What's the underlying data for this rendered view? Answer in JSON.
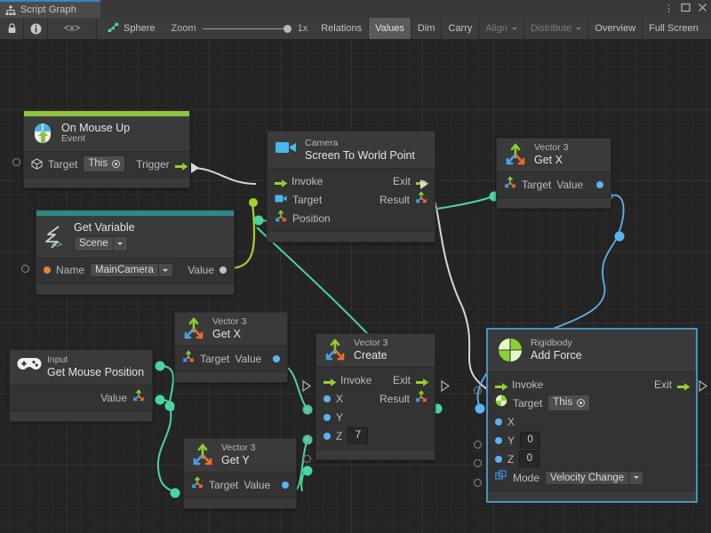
{
  "window": {
    "tab_label": "Script Graph",
    "tab_icon": "script-graph-icon",
    "buttons": [
      {
        "name": "window-menu-button",
        "glyph": "⋮"
      },
      {
        "name": "window-maximize-button",
        "glyph": "▢"
      },
      {
        "name": "window-close-button",
        "glyph": "✕"
      }
    ]
  },
  "toolbar": {
    "lock_icon": "lock-icon",
    "info_icon": "info-icon",
    "code_label": "<x>",
    "breadcrumb": "Sphere",
    "breadcrumb_icon": "graph-node-icon",
    "zoom_label": "Zoom",
    "zoom_value": "1x",
    "buttons": [
      {
        "label": "Relations",
        "state": "normal"
      },
      {
        "label": "Values",
        "state": "active"
      },
      {
        "label": "Dim",
        "state": "normal"
      },
      {
        "label": "Carry",
        "state": "normal"
      },
      {
        "label": "Align",
        "state": "disabled",
        "caret": true
      },
      {
        "label": "Distribute",
        "state": "disabled",
        "caret": true
      },
      {
        "label": "Overview",
        "state": "normal"
      },
      {
        "label": "Full Screen",
        "state": "normal"
      }
    ]
  },
  "colors": {
    "event_accent": "#8cc63f",
    "variable_accent": "#2b8a8a",
    "flow_green": "#96d02f",
    "data_green": "#4bd6a0",
    "data_blue": "#5ab4ef",
    "selection": "#4a90c4",
    "canvas": "#242424"
  },
  "nodes": [
    {
      "id": "on-mouse-up",
      "icon": "mouse-event-icon",
      "subtitle": "On Mouse Up",
      "title": "Event",
      "accent": "#8cc63f",
      "ports": [
        {
          "label": "Target",
          "kind": "object",
          "value": "This"
        },
        {
          "label": "Trigger",
          "kind": "flow-out"
        }
      ]
    },
    {
      "id": "get-variable",
      "icon": "variable-icon",
      "subtitle": "Get Variable",
      "scope": "Scene",
      "accent": "#2b8a8a",
      "ports": [
        {
          "label": "Name",
          "kind": "string",
          "value": "MainCamera"
        },
        {
          "label": "Value",
          "kind": "data-out"
        }
      ]
    },
    {
      "id": "camera-screen-to-world-point",
      "icon": "camera-icon",
      "subtitle": "Camera",
      "title": "Screen To World Point",
      "ports": [
        {
          "label": "Invoke",
          "kind": "flow-in"
        },
        {
          "label": "Exit",
          "kind": "flow-out"
        },
        {
          "label": "Target",
          "kind": "camera-in"
        },
        {
          "label": "Result",
          "kind": "vector3-out"
        },
        {
          "label": "Position",
          "kind": "vector3-in"
        }
      ]
    },
    {
      "id": "vector3-get-x-top",
      "icon": "vector3-icon",
      "subtitle": "Vector 3",
      "title": "Get X",
      "ports": [
        {
          "label": "Target",
          "kind": "vector3-in"
        },
        {
          "label": "Value",
          "kind": "float-out"
        }
      ]
    },
    {
      "id": "input-get-mouse-position",
      "icon": "gamepad-icon",
      "subtitle": "Input",
      "title": "Get Mouse Position",
      "ports": [
        {
          "label": "Value",
          "kind": "vector3-out"
        }
      ]
    },
    {
      "id": "vector3-get-x-mid",
      "icon": "vector3-icon",
      "subtitle": "Vector 3",
      "title": "Get X",
      "ports": [
        {
          "label": "Target",
          "kind": "vector3-in"
        },
        {
          "label": "Value",
          "kind": "float-out"
        }
      ]
    },
    {
      "id": "vector3-get-y-mid",
      "icon": "vector3-icon",
      "subtitle": "Vector 3",
      "title": "Get Y",
      "ports": [
        {
          "label": "Target",
          "kind": "vector3-in"
        },
        {
          "label": "Value",
          "kind": "float-out"
        }
      ]
    },
    {
      "id": "vector3-create",
      "icon": "vector3-icon",
      "subtitle": "Vector 3",
      "title": "Create",
      "ports": [
        {
          "label": "Invoke",
          "kind": "flow-in"
        },
        {
          "label": "Exit",
          "kind": "flow-out"
        },
        {
          "label": "X",
          "kind": "float-in"
        },
        {
          "label": "Result",
          "kind": "vector3-out"
        },
        {
          "label": "Y",
          "kind": "float-in"
        },
        {
          "label": "Z",
          "kind": "float-in",
          "value": "7"
        }
      ]
    },
    {
      "id": "rigidbody-add-force",
      "icon": "rigidbody-icon",
      "subtitle": "Rigidbody",
      "title": "Add Force",
      "selected": true,
      "ports": [
        {
          "label": "Invoke",
          "kind": "flow-in"
        },
        {
          "label": "Exit",
          "kind": "flow-out"
        },
        {
          "label": "Target",
          "kind": "rigidbody-in",
          "value": "This"
        },
        {
          "label": "X",
          "kind": "float-in"
        },
        {
          "label": "Y",
          "kind": "float-in",
          "value": "0"
        },
        {
          "label": "Z",
          "kind": "float-in",
          "value": "0"
        },
        {
          "label": "Mode",
          "kind": "enum-in",
          "value": "Velocity Change"
        }
      ]
    }
  ]
}
